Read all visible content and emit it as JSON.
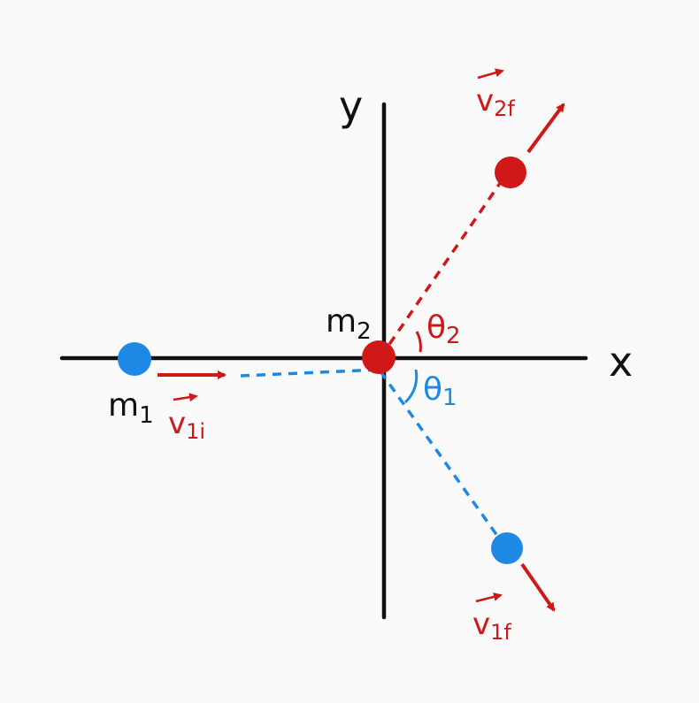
{
  "labels": {
    "y_axis": "y",
    "x_axis": "x",
    "m1": "m",
    "m1_sub": "1",
    "m2": "m",
    "m2_sub": "2",
    "v1i": "v",
    "v1i_sub": "1i",
    "v1f": "v",
    "v1f_sub": "1f",
    "v2f": "v",
    "v2f_sub": "2f",
    "theta1": "θ",
    "theta1_sub": "1",
    "theta2": "θ",
    "theta2_sub": "2"
  },
  "colors": {
    "axes": "#111111",
    "red": "#d01818",
    "blue": "#1e88e5",
    "background": "#fafafa"
  }
}
